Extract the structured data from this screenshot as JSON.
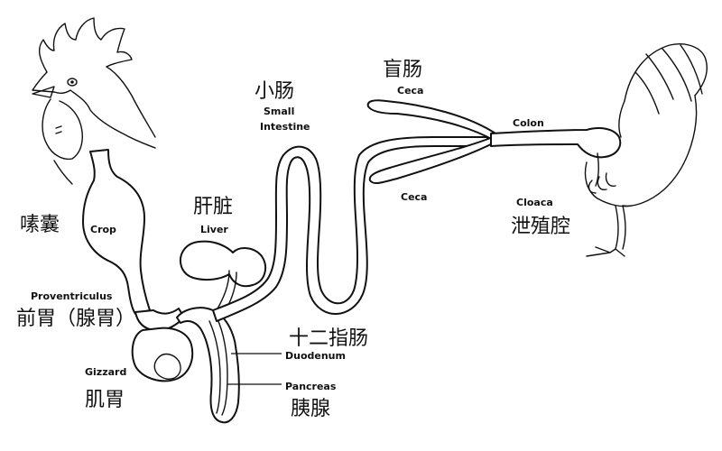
{
  "labels": {
    "crop_en": "Crop",
    "crop_zh": "嗉囊",
    "proventriculus_en": "Proventriculus",
    "proventriculus_zh": "前胃（腺胃）",
    "gizzard_en": "Gizzard",
    "gizzard_zh": "肌胃",
    "liver_en": "Liver",
    "liver_zh": "肝脏",
    "small_intestine_en_1": "Small",
    "small_intestine_en_2": "Intestine",
    "small_intestine_zh": "小肠",
    "ceca_en_top": "Ceca",
    "ceca_en_bottom": "Ceca",
    "ceca_zh": "盲肠",
    "colon_en": "Colon",
    "cloaca_en": "Cloaca",
    "cloaca_zh": "泄殖腔",
    "duodenum_en": "Duodenum",
    "duodenum_zh": "十二指肠",
    "pancreas_en": "Pancreas",
    "pancreas_zh": "胰腺"
  },
  "colors": {
    "stroke": "#111111",
    "fill": "#ffffff"
  }
}
